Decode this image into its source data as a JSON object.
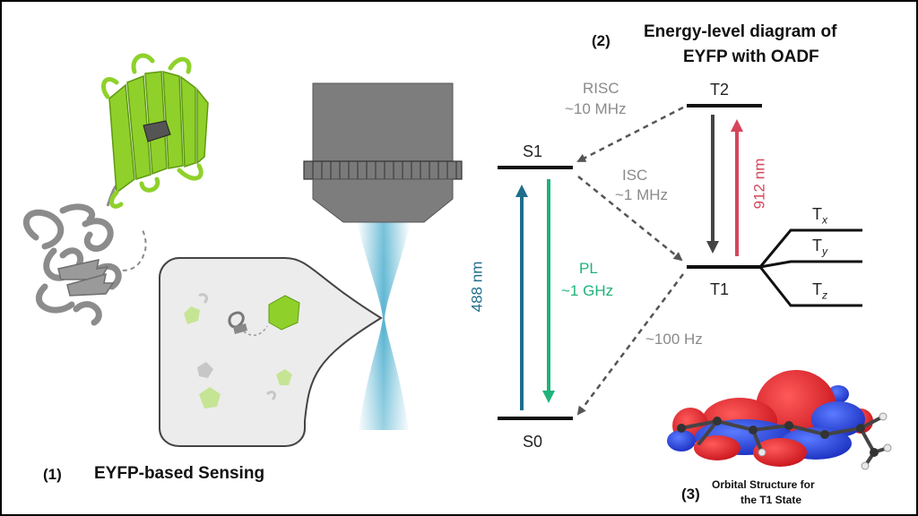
{
  "section1": {
    "number": "(1)",
    "title": "EYFP-based Sensing"
  },
  "section2": {
    "number": "(2)",
    "title_line1": "Energy-level diagram of",
    "title_line2": "EYFP with OADF"
  },
  "section3": {
    "number": "(3)",
    "caption_line1": "Orbital Structure for",
    "caption_line2": "the T1 State"
  },
  "levels": {
    "s0": "S0",
    "s1": "S1",
    "t1": "T1",
    "t2": "T2"
  },
  "sublevels": {
    "tx": "T",
    "tx_sub": "x",
    "ty": "T",
    "ty_sub": "y",
    "tz": "T",
    "tz_sub": "z"
  },
  "transitions": {
    "excitation": "488 nm",
    "pl_line1": "PL",
    "pl_line2": "~1 GHz",
    "isc_line1": "ISC",
    "isc_line2": "~1 MHz",
    "risc_line1": "RISC",
    "risc_line2": "~10 MHz",
    "phosphorescence": "~100 Hz",
    "t1_t2": "912 nm"
  },
  "colors": {
    "excitation": "#1f6e8c",
    "pl": "#1fb37a",
    "t1_t2": "#d6455a",
    "protein_green": "#8fd12a",
    "protein_gray": "#8c8c8c",
    "beam": "#3aa6c9"
  }
}
